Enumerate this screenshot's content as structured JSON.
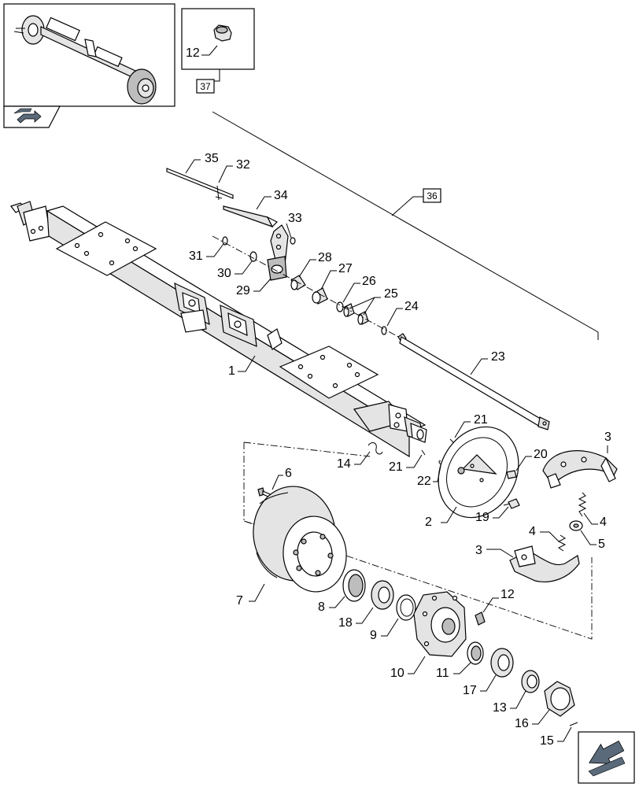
{
  "colors": {
    "line": "#000000",
    "fill": "#ffffff",
    "shade": "#e4e4e4",
    "nav_icon": "#5a6a7a"
  },
  "inset_reference": {
    "label": "12",
    "ref_box": "37"
  },
  "group_reference": "36",
  "nav_icons": {
    "top_left": "return-arrow-icon",
    "bottom_right": "forward-arrow-icon"
  },
  "callouts": {
    "c1": "1",
    "c2": "2",
    "c3a": "3",
    "c3b": "3",
    "c4a": "4",
    "c4b": "4",
    "c5": "5",
    "c6": "6",
    "c7": "7",
    "c8": "8",
    "c9": "9",
    "c10": "10",
    "c11": "11",
    "c12": "12",
    "c13": "13",
    "c14": "14",
    "c15": "15",
    "c16": "16",
    "c17": "17",
    "c18": "18",
    "c19": "19",
    "c20": "20",
    "c21a": "21",
    "c21b": "21",
    "c22": "22",
    "c23": "23",
    "c24": "24",
    "c25": "25",
    "c26": "26",
    "c27": "27",
    "c28": "28",
    "c29": "29",
    "c30": "30",
    "c31": "31",
    "c32": "32",
    "c33": "33",
    "c34": "34",
    "c35": "35"
  }
}
